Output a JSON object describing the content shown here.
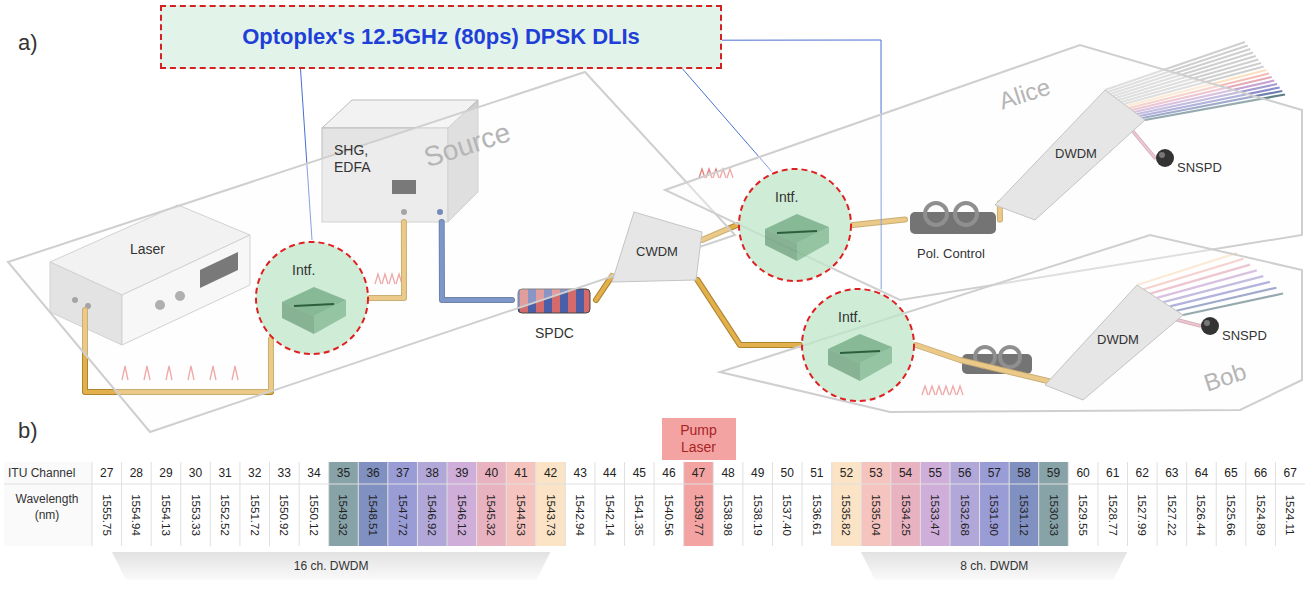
{
  "diagram": {
    "nodes": [
      {
        "text": [
          "Optoplex's 12.5GHz (80ps) DPSK DLIs"
        ]
      },
      {
        "text": [
          "Source"
        ]
      },
      {
        "text": [
          "Laser"
        ],
        "in": 1
      },
      {
        "text": [
          "Intf."
        ],
        "in": 1
      },
      {
        "text": [
          "SHG, EDFA"
        ],
        "in": 1
      },
      {
        "text": [
          "SPDC"
        ],
        "in": 1
      },
      {
        "text": [
          "CWDM"
        ],
        "in": 1
      },
      {
        "text": [
          "Alice"
        ]
      },
      {
        "text": [
          "Intf."
        ],
        "in": 7
      },
      {
        "text": [
          "Pol. Control"
        ],
        "in": 7
      },
      {
        "text": [
          "DWDM"
        ],
        "in": 7
      },
      {
        "text": [
          "SNSPD"
        ],
        "in": 7
      },
      {
        "text": [
          "Bob"
        ]
      },
      {
        "text": [
          "Intf."
        ],
        "in": 12
      },
      {
        "text": [
          "DWDM"
        ],
        "in": 12
      },
      {
        "text": [
          "SNSPD"
        ],
        "in": 12
      },
      {
        "text": [
          "Pump Laser"
        ]
      },
      {
        "text": [
          "16 ch. DWDM"
        ]
      },
      {
        "text": [
          "8 ch. DWDM"
        ]
      }
    ],
    "edges": [
      {
        "from": 2,
        "to": 3,
        "arrow": "none"
      },
      {
        "from": 3,
        "to": 4,
        "arrow": "none"
      },
      {
        "from": 4,
        "to": 5,
        "arrow": "none"
      },
      {
        "from": 5,
        "to": 6,
        "arrow": "none"
      },
      {
        "from": 6,
        "to": 8,
        "arrow": "none"
      },
      {
        "from": 6,
        "to": 13,
        "arrow": "none"
      },
      {
        "from": 8,
        "to": 9,
        "arrow": "none"
      },
      {
        "from": 9,
        "to": 10,
        "arrow": "none"
      },
      {
        "from": 10,
        "to": 11,
        "arrow": "none"
      },
      {
        "from": 13,
        "to": 14,
        "arrow": "none"
      },
      {
        "from": 14,
        "to": 15,
        "arrow": "none"
      },
      {
        "from": 0,
        "to": 3,
        "arrow": "none"
      },
      {
        "from": 0,
        "to": 8,
        "arrow": "none"
      },
      {
        "from": 0,
        "to": 13,
        "arrow": "none"
      }
    ],
    "labels": [
      "a)",
      "b)",
      "ITU Channel",
      "Wavelength (nm)",
      "27",
      "28",
      "29",
      "30",
      "31",
      "32",
      "33",
      "34",
      "35",
      "36",
      "37",
      "38",
      "39",
      "40",
      "41",
      "42",
      "43",
      "44",
      "45",
      "46",
      "47",
      "48",
      "49",
      "50",
      "51",
      "52",
      "53",
      "54",
      "55",
      "56",
      "57",
      "58",
      "59",
      "60",
      "61",
      "62",
      "63",
      "64",
      "65",
      "66",
      "67",
      "1555.75",
      "1554.94",
      "1554.13",
      "1553.33",
      "1552.52",
      "1551.72",
      "1550.92",
      "1550.12",
      "1549.32",
      "1548.51",
      "1547.72",
      "1546.92",
      "1546.12",
      "1545.32",
      "1544.53",
      "1543.73",
      "1542.94",
      "1542.14",
      "1541.35",
      "1540.56",
      "1539.77",
      "1538.98",
      "1538.19",
      "1537.40",
      "1536.61",
      "1535.82",
      "1535.04",
      "1534.25",
      "1533.47",
      "1532.68",
      "1531.90",
      "1531.12",
      "1530.33",
      "1529.55",
      "1528.77",
      "1527.99",
      "1527.22",
      "1526.44",
      "1525.66",
      "1524.89",
      "1524.11"
    ]
  }
}
